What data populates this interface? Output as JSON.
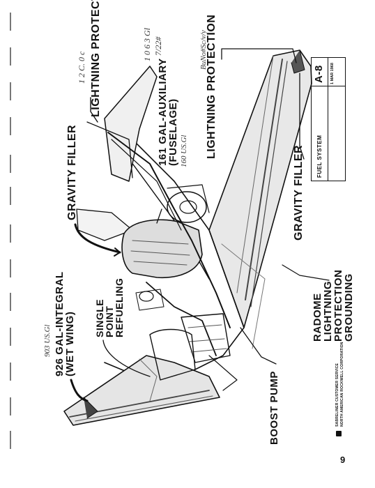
{
  "title_block": {
    "code": "A-8",
    "date": "1 MAR 1968",
    "system": "FUEL SYSTEM"
  },
  "labels": {
    "lightning_protection_top": "LIGHTNING PROTECTION",
    "lightning_protection_right": "LIGHTNING PROTECTION",
    "gravity_filler_left": "GRAVITY FILLER",
    "gravity_filler_right": "GRAVITY FILLER",
    "aux_tank": "161 GAL-AUXILIARY (FUSELAGE)",
    "wet_wing": "926 GAL-INTEGRAL (WET WING)",
    "single_point": "SINGLE POINT REFUELING",
    "radome": "RADOME LIGHTNING PROTECTION GROUNDING",
    "boost_pump": "BOOST PUMP"
  },
  "handwritten": {
    "note_1": "1 2 C. 0 c",
    "note_2": "1 0 6 3 Gl",
    "note_3": "7/22#",
    "note_4": "BuNo#Sc/v/y",
    "note_5": "160 US.Gl",
    "note_6": "903 US.Gl"
  },
  "footer": {
    "company_line1": "SABRELINER CUSTOMER SERVICE",
    "company_line2": "NORTH AMERICAN ROCKWELL CORPORATION"
  },
  "page_number": "9"
}
